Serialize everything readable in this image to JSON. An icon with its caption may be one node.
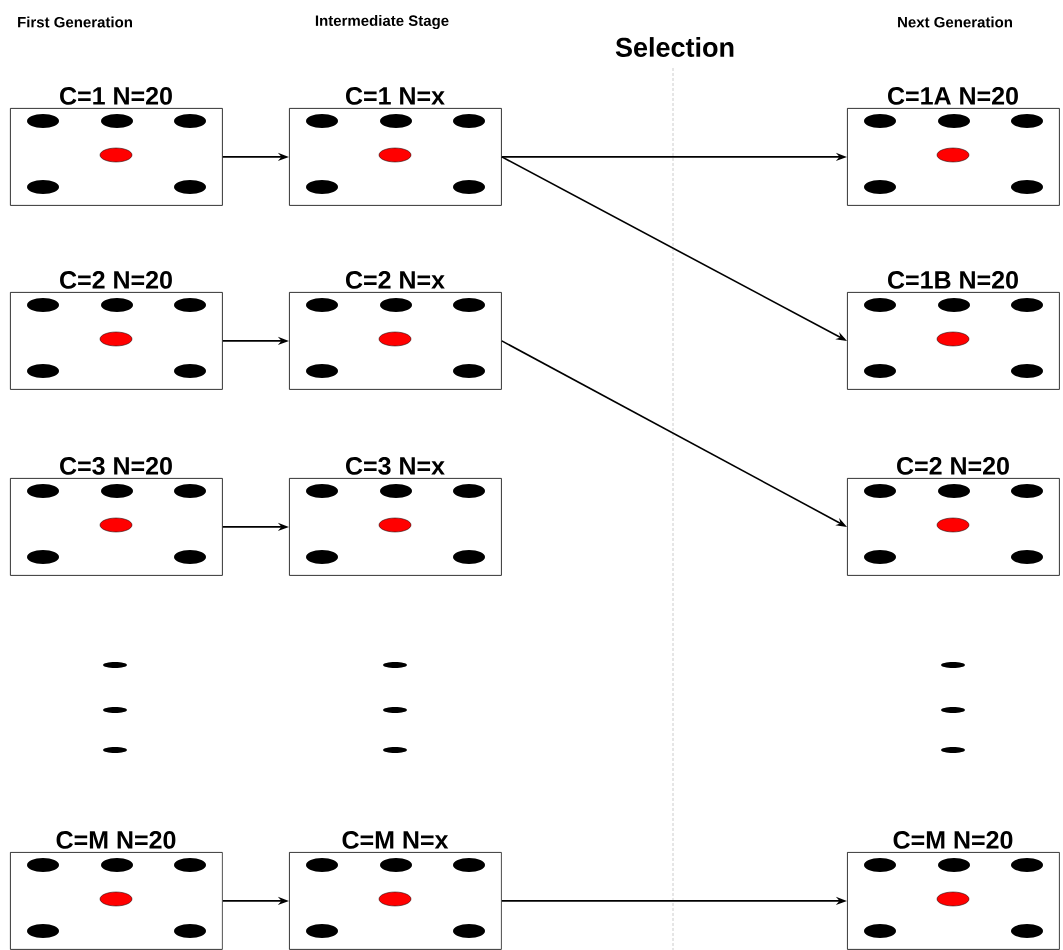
{
  "diagram": {
    "nodes": [
      {
        "text": [
          "C=1  N=20"
        ]
      },
      {
        "text": [
          "C=1  N=x"
        ]
      },
      {
        "text": [
          "C=1A  N=20"
        ]
      },
      {
        "text": [
          "C=2  N=20"
        ]
      },
      {
        "text": [
          "C=2  N=x"
        ]
      },
      {
        "text": [
          "C=1B  N=20"
        ]
      },
      {
        "text": [
          "C=3  N=20"
        ]
      },
      {
        "text": [
          "C=3  N=x"
        ]
      },
      {
        "text": [
          "C=2  N=20"
        ]
      },
      {
        "text": [
          "C=M  N=20"
        ]
      },
      {
        "text": [
          "C=M  N=x"
        ]
      },
      {
        "text": [
          "C=M  N=20"
        ]
      }
    ],
    "edges": [
      {
        "from": 0,
        "to": 1,
        "arrow": "to"
      },
      {
        "from": 1,
        "to": 2,
        "arrow": "to"
      },
      {
        "from": 1,
        "to": 5,
        "arrow": "to"
      },
      {
        "from": 3,
        "to": 4,
        "arrow": "to"
      },
      {
        "from": 4,
        "to": 8,
        "arrow": "to"
      },
      {
        "from": 6,
        "to": 7,
        "arrow": "to"
      },
      {
        "from": 9,
        "to": 10,
        "arrow": "to"
      },
      {
        "from": 10,
        "to": 11,
        "arrow": "to"
      }
    ],
    "labels": [
      "First Generation",
      "Intermediate Stage",
      "Selection",
      "Next Generation"
    ]
  }
}
